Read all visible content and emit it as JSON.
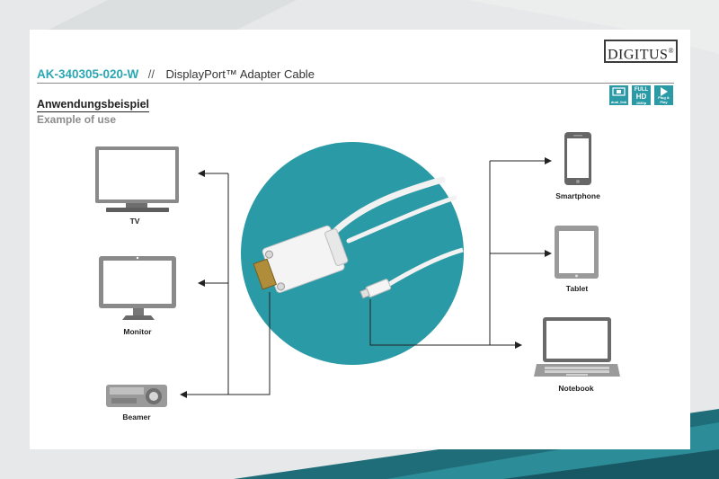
{
  "brand": {
    "name": "DIGITUS",
    "registered": "®"
  },
  "header": {
    "article": "AK-340305-020-W",
    "separator": "//",
    "title": "DisplayPort™ Adapter Cable"
  },
  "section": {
    "heading": "Anwendungsbeispiel",
    "subheading": "Example of use"
  },
  "badges": [
    {
      "icon": "dual-link-icon",
      "small": "dual_link"
    },
    {
      "icon": "full-hd-icon",
      "line1": "FULL",
      "line2": "HD",
      "line3": "1080p"
    },
    {
      "icon": "plug-and-play-icon",
      "small": "Plug & Play"
    }
  ],
  "left_devices": [
    {
      "icon": "tv-icon",
      "label": "TV"
    },
    {
      "icon": "monitor-icon",
      "label": "Monitor"
    },
    {
      "icon": "projector-icon",
      "label": "Beamer"
    }
  ],
  "right_devices": [
    {
      "icon": "smartphone-icon",
      "label": "Smartphone"
    },
    {
      "icon": "tablet-icon",
      "label": "Tablet"
    },
    {
      "icon": "laptop-icon",
      "label": "Notebook"
    }
  ],
  "center": {
    "icon": "dvi-to-mini-displayport-cable-icon"
  },
  "colors": {
    "accent": "#2aa7b3",
    "circle": "#2a9aa6",
    "line": "#222222"
  }
}
